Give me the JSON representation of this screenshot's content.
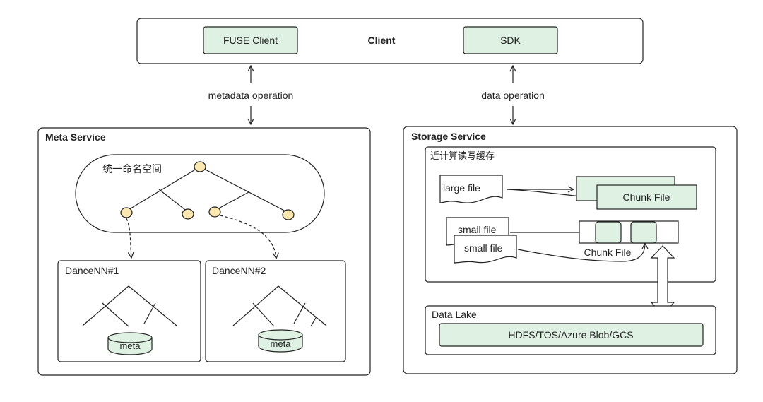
{
  "client": {
    "title": "Client",
    "fuse_client": "FUSE Client",
    "sdk": "SDK"
  },
  "links": {
    "metadata_operation": "metadata operation",
    "data_operation": "data operation"
  },
  "meta_service": {
    "title": "Meta Service",
    "namespace": "统一命名空间",
    "nodes": [
      {
        "name": "DanceNN#1",
        "db": "meta"
      },
      {
        "name": "DanceNN#2",
        "db": "meta"
      }
    ]
  },
  "storage_service": {
    "title": "Storage Service",
    "cache": {
      "title": "近计算读写缓存",
      "large_file": "large file",
      "small_file_1": "small file",
      "small_file_2": "small file",
      "chunk_file_large": "Chunk File",
      "chunk_file_small": "Chunk File"
    },
    "data_lake": {
      "title": "Data Lake",
      "backends": "HDFS/TOS/Azure Blob/GCS"
    }
  },
  "colors": {
    "box_fill": "#dff1e2",
    "node_fill": "#fbe7b0",
    "stroke": "#222222"
  }
}
